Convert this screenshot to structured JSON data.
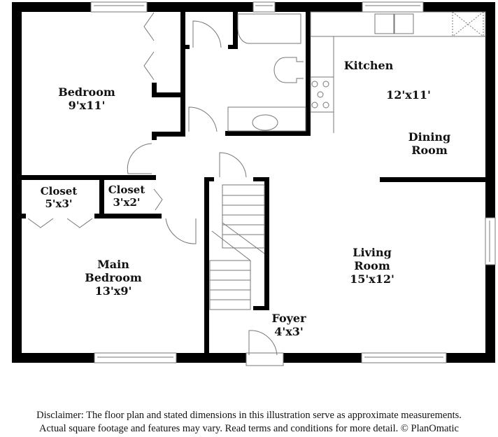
{
  "floorplan": {
    "rooms": [
      {
        "id": "bedroom",
        "name": "Bedroom",
        "dimensions": "9'x11'"
      },
      {
        "id": "kitchen",
        "name": "Kitchen",
        "dimensions": "12'x11'"
      },
      {
        "id": "dining",
        "name_line1": "Dining",
        "name_line2": "Room"
      },
      {
        "id": "closet-a",
        "name": "Closet",
        "dimensions": "5'x3'"
      },
      {
        "id": "closet-b",
        "name": "Closet",
        "dimensions": "3'x2'"
      },
      {
        "id": "main-bedroom",
        "name_line1": "Main",
        "name_line2": "Bedroom",
        "dimensions": "13'x9'"
      },
      {
        "id": "living",
        "name_line1": "Living",
        "name_line2": "Room",
        "dimensions": "15'x12'"
      },
      {
        "id": "foyer",
        "name": "Foyer",
        "dimensions": "4'x3'"
      }
    ]
  },
  "disclaimer": {
    "line1": "Disclaimer: The floor plan and stated dimensions in this illustration serve as approximate measurements.",
    "line2": "Actual square footage and features may vary. Read terms and conditions for more detail. © PlanOmatic"
  },
  "colors": {
    "wall": "#000000",
    "fixture": "#777777",
    "background": "#ffffff"
  }
}
